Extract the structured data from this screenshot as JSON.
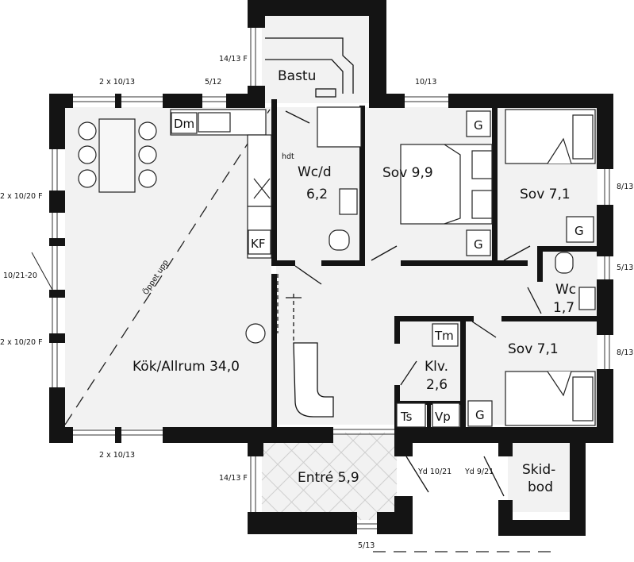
{
  "rooms": {
    "bastu": "Bastu",
    "wcd_name": "Wc/d",
    "wcd_area": "6,2",
    "sov1": "Sov 9,9",
    "sov2": "Sov 7,1",
    "sov3": "Sov 7,1",
    "wc_name": "Wc",
    "wc_area": "1,7",
    "klv_name": "Klv.",
    "klv_area": "2,6",
    "kok": "Kök/Allrum 34,0",
    "entre": "Entré 5,9",
    "skid1": "Skid-",
    "skid2": "bod",
    "oppet": "Öppet upp"
  },
  "marks": {
    "dm": "Dm",
    "kf": "KF",
    "hdt": "hdt",
    "g": "G",
    "tm": "Tm",
    "ts": "Ts",
    "vp": "Vp"
  },
  "windows": {
    "top_left": "2 x 10/13",
    "top_mid": "5/12",
    "bastu": "14/13 F",
    "top_right": "10/13",
    "left1": "2 x 10/20 F",
    "left_mid": "10/21-20",
    "left2": "2 x 10/20 F",
    "bottom_left": "2 x 10/13",
    "entre_left": "14/13 F",
    "bottom_entre": "5/13",
    "yd1": "Yd 10/21",
    "yd2": "Yd 9/21",
    "right1": "8/13",
    "right2": "5/13",
    "right3": "8/13"
  }
}
